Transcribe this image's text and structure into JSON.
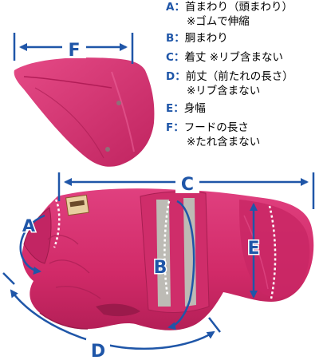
{
  "legend": [
    {
      "key": "A：",
      "text": "首まわり（頭まわり）",
      "note": "※ゴムで伸縮"
    },
    {
      "key": "B：",
      "text": "胴まわり",
      "note": ""
    },
    {
      "key": "C：",
      "text": "着丈 ※リブ含まない",
      "note": ""
    },
    {
      "key": "D：",
      "text": "前丈（前たれの長さ）",
      "note": "※リブ含まない"
    },
    {
      "key": "E：",
      "text": "身幅",
      "note": ""
    },
    {
      "key": "F：",
      "text": "フードの長さ",
      "note": "※たれ含まない"
    }
  ],
  "diagram": {
    "labels": {
      "a": "A",
      "b": "B",
      "c": "C",
      "d": "D",
      "e": "E",
      "f": "F"
    },
    "colors": {
      "garment": "#d6306f",
      "garment_dark": "#a81e52",
      "arrow": "#1f56a8",
      "reflective": "#b9b8b2"
    }
  }
}
